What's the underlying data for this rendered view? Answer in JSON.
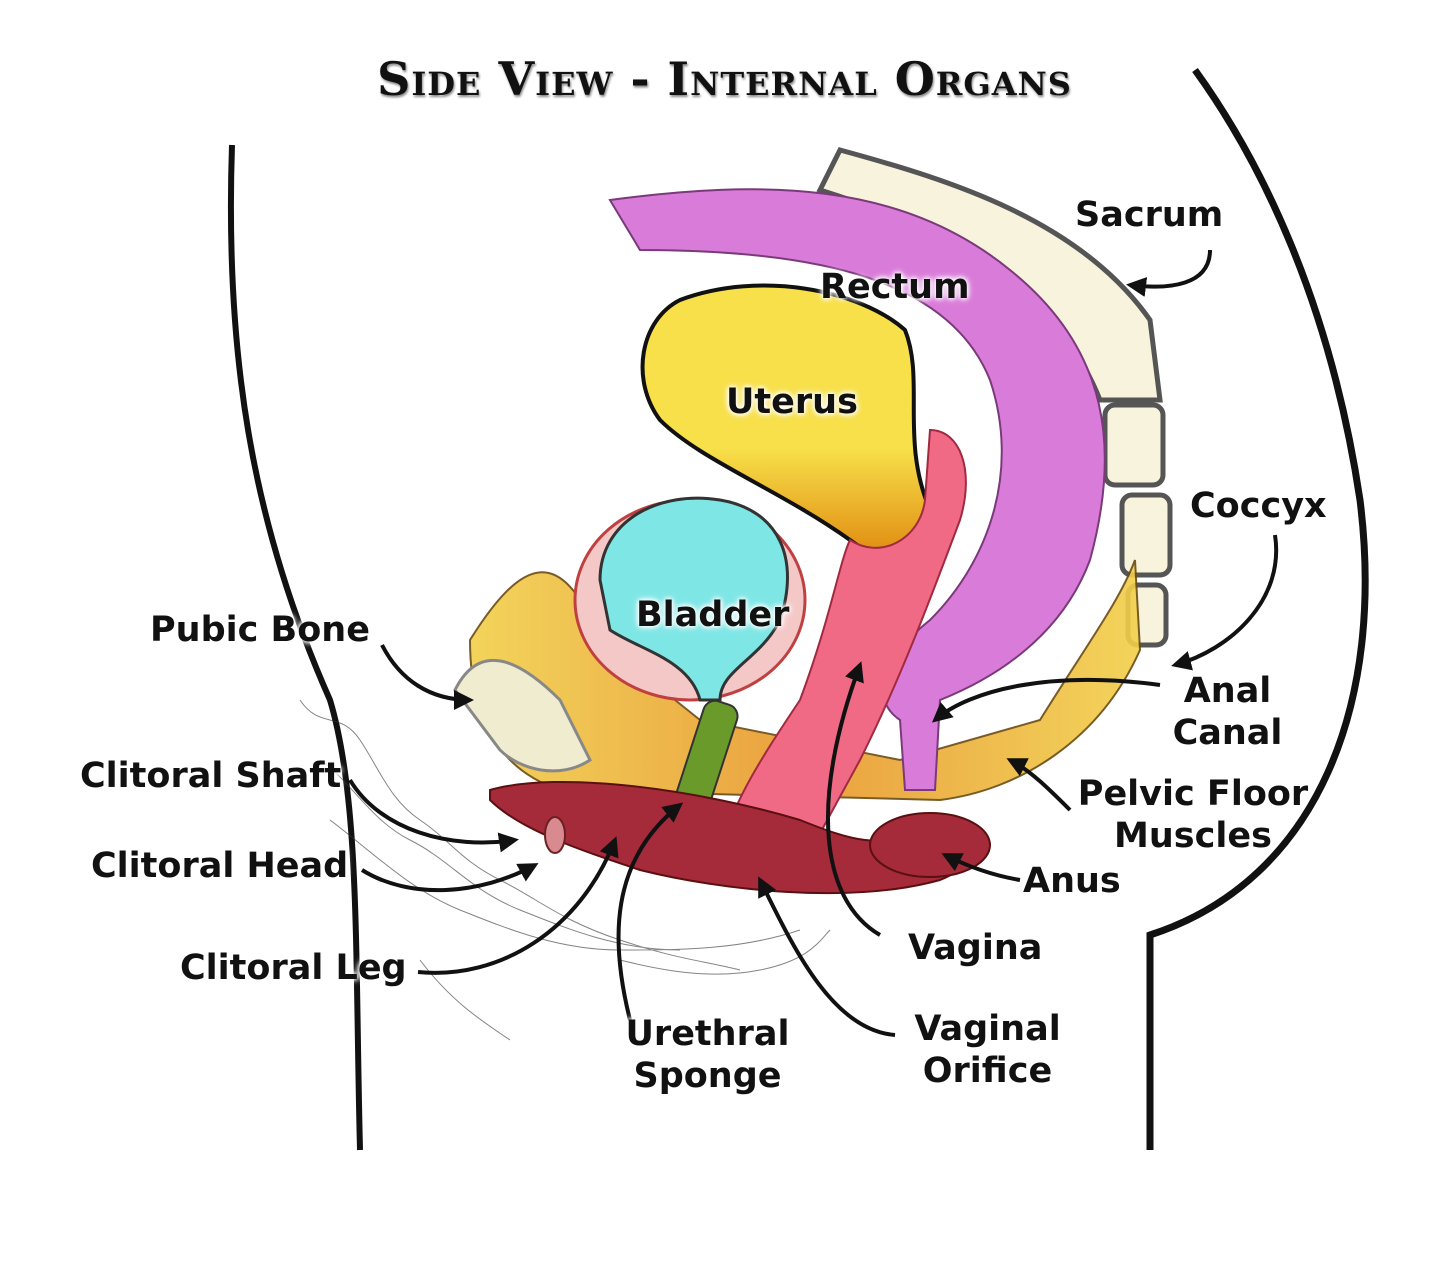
{
  "title": "Side View - Internal Organs",
  "colors": {
    "uterus": "#f7e04a",
    "rectum": "#d97bd9",
    "bladder": "#7fe6e6",
    "bladder_wall": "#e07a7a",
    "vagina": "#f06a86",
    "bone": "#f7f3dc",
    "muscle": "#e8a93a",
    "clitoris": "#a52a3a",
    "outline": "#111111"
  },
  "labels": {
    "sacrum": "Sacrum",
    "rectum": "Rectum",
    "uterus": "Uterus",
    "coccyx": "Coccyx",
    "bladder": "Bladder",
    "pubic_bone": "Pubic Bone",
    "anal_canal_1": "Anal",
    "anal_canal_2": "Canal",
    "clitoral_shaft": "Clitoral Shaft",
    "pelvic_floor_1": "Pelvic Floor",
    "pelvic_floor_2": "Muscles",
    "clitoral_head": "Clitoral Head",
    "anus": "Anus",
    "vagina": "Vagina",
    "clitoral_leg": "Clitoral Leg",
    "urethral_sponge_1": "Urethral",
    "urethral_sponge_2": "Sponge",
    "vaginal_orifice_1": "Vaginal",
    "vaginal_orifice_2": "Orifice"
  }
}
